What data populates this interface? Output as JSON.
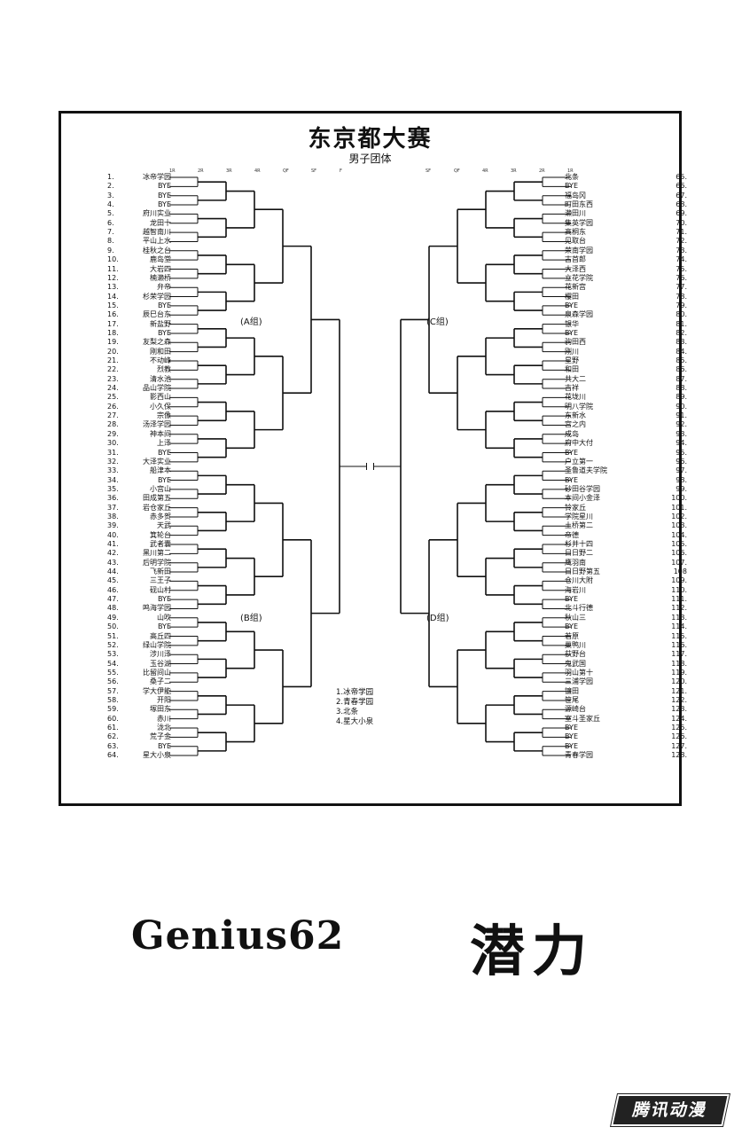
{
  "bracket": {
    "title": "东京都大赛",
    "subtitle": "男子团体",
    "rounds_left": [
      "1R",
      "2R",
      "3R",
      "4R",
      "QF",
      "SF",
      "F"
    ],
    "rounds_right": [
      "SF",
      "QF",
      "4R",
      "3R",
      "2R",
      "1R"
    ],
    "groups": [
      "(A组)",
      "(B组)",
      "(C组)",
      "(D组)"
    ],
    "left_entries": [
      {
        "n": "1.",
        "name": "冰帝学园"
      },
      {
        "n": "2.",
        "name": "BYE"
      },
      {
        "n": "3.",
        "name": "BYE"
      },
      {
        "n": "4.",
        "name": "BYE"
      },
      {
        "n": "5.",
        "name": "府川实业"
      },
      {
        "n": "6.",
        "name": "龙田十"
      },
      {
        "n": "7.",
        "name": "越智南川"
      },
      {
        "n": "8.",
        "name": "平山上水"
      },
      {
        "n": "9.",
        "name": "桂秋之台"
      },
      {
        "n": "10.",
        "name": "鹿岛堂"
      },
      {
        "n": "11.",
        "name": "大岩四"
      },
      {
        "n": "12.",
        "name": "楠濑桥"
      },
      {
        "n": "13.",
        "name": "弁帝"
      },
      {
        "n": "14.",
        "name": "杉荣学园"
      },
      {
        "n": "15.",
        "name": "BYE"
      },
      {
        "n": "16.",
        "name": "辰巳台东"
      },
      {
        "n": "17.",
        "name": "新盐野"
      },
      {
        "n": "18.",
        "name": "BYE"
      },
      {
        "n": "19.",
        "name": "友梨之森"
      },
      {
        "n": "20.",
        "name": "刚和田"
      },
      {
        "n": "21.",
        "name": "不动峰"
      },
      {
        "n": "22.",
        "name": "烈教"
      },
      {
        "n": "23.",
        "name": "清水池"
      },
      {
        "n": "24.",
        "name": "品山学院"
      },
      {
        "n": "25.",
        "name": "影西山"
      },
      {
        "n": "26.",
        "name": "小久保"
      },
      {
        "n": "27.",
        "name": "宗像"
      },
      {
        "n": "28.",
        "name": "汤泽学园"
      },
      {
        "n": "29.",
        "name": "神本间"
      },
      {
        "n": "30.",
        "name": "上泽"
      },
      {
        "n": "31.",
        "name": "BYE"
      },
      {
        "n": "32.",
        "name": "大泽实业"
      },
      {
        "n": "33.",
        "name": "船津本"
      },
      {
        "n": "34.",
        "name": "BYE"
      },
      {
        "n": "35.",
        "name": "小宫山"
      },
      {
        "n": "36.",
        "name": "田成第五"
      },
      {
        "n": "37.",
        "name": "岩仓家丘"
      },
      {
        "n": "38.",
        "name": "赤多贺"
      },
      {
        "n": "39.",
        "name": "天武"
      },
      {
        "n": "40.",
        "name": "箕轮台"
      },
      {
        "n": "41.",
        "name": "武者囊"
      },
      {
        "n": "42.",
        "name": "黑川第二"
      },
      {
        "n": "43.",
        "name": "后明学院"
      },
      {
        "n": "44.",
        "name": "飞新田"
      },
      {
        "n": "45.",
        "name": "三王子"
      },
      {
        "n": "46.",
        "name": "砚山村"
      },
      {
        "n": "47.",
        "name": "BYE"
      },
      {
        "n": "48.",
        "name": "鸣海学园"
      },
      {
        "n": "49.",
        "name": "山吹"
      },
      {
        "n": "50.",
        "name": "BYE"
      },
      {
        "n": "51.",
        "name": "高丘四"
      },
      {
        "n": "52.",
        "name": "绿山学院"
      },
      {
        "n": "53.",
        "name": "涉川泽"
      },
      {
        "n": "54.",
        "name": "玉谷湖"
      },
      {
        "n": "55.",
        "name": "比留间山"
      },
      {
        "n": "56.",
        "name": "桑子二"
      },
      {
        "n": "57.",
        "name": "学大伊能"
      },
      {
        "n": "58.",
        "name": "开阳"
      },
      {
        "n": "59.",
        "name": "塚田东"
      },
      {
        "n": "60.",
        "name": "赤川"
      },
      {
        "n": "61.",
        "name": "泷北"
      },
      {
        "n": "62.",
        "name": "荒子金"
      },
      {
        "n": "63.",
        "name": "BYE"
      },
      {
        "n": "64.",
        "name": "星大小泉"
      }
    ],
    "right_entries": [
      {
        "n": "65.",
        "name": "北条"
      },
      {
        "n": "66.",
        "name": "BYE"
      },
      {
        "n": "67.",
        "name": "福岛冈"
      },
      {
        "n": "68.",
        "name": "町田东西"
      },
      {
        "n": "69.",
        "name": "濑田川"
      },
      {
        "n": "70.",
        "name": "集英学园"
      },
      {
        "n": "71.",
        "name": "高桐东"
      },
      {
        "n": "72.",
        "name": "见取台"
      },
      {
        "n": "73.",
        "name": "荣南学园"
      },
      {
        "n": "74.",
        "name": "古首郎"
      },
      {
        "n": "75.",
        "name": "大泽西"
      },
      {
        "n": "76.",
        "name": "立花学院"
      },
      {
        "n": "77.",
        "name": "花新宫"
      },
      {
        "n": "78.",
        "name": "樱田"
      },
      {
        "n": "79.",
        "name": "BYE"
      },
      {
        "n": "80.",
        "name": "泉森学园"
      },
      {
        "n": "81.",
        "name": "银华"
      },
      {
        "n": "82.",
        "name": "BYE"
      },
      {
        "n": "83.",
        "name": "驹田西"
      },
      {
        "n": "84.",
        "name": "刚川"
      },
      {
        "n": "85.",
        "name": "星野"
      },
      {
        "n": "86.",
        "name": "和田"
      },
      {
        "n": "87.",
        "name": "共大二"
      },
      {
        "n": "88.",
        "name": "吉祥"
      },
      {
        "n": "89.",
        "name": "花垅川"
      },
      {
        "n": "90.",
        "name": "明八学院"
      },
      {
        "n": "91.",
        "name": "东新水"
      },
      {
        "n": "92.",
        "name": "宫之内"
      },
      {
        "n": "93.",
        "name": "成岛"
      },
      {
        "n": "94.",
        "name": "府中大付"
      },
      {
        "n": "95.",
        "name": "BYE"
      },
      {
        "n": "96.",
        "name": "户立第一"
      },
      {
        "n": "97.",
        "name": "圣鲁道夫学院"
      },
      {
        "n": "98.",
        "name": "BYE"
      },
      {
        "n": "99.",
        "name": "砂田谷学园"
      },
      {
        "n": "100.",
        "name": "本间小金泽"
      },
      {
        "n": "101.",
        "name": "铃家丘"
      },
      {
        "n": "102.",
        "name": "学院星川"
      },
      {
        "n": "103.",
        "name": "土桥第二"
      },
      {
        "n": "104.",
        "name": "帝德"
      },
      {
        "n": "105.",
        "name": "杉并十四"
      },
      {
        "n": "106.",
        "name": "日日野二"
      },
      {
        "n": "107.",
        "name": "鹰羽南"
      },
      {
        "n": "108",
        "name": "日日野第五"
      },
      {
        "n": "109.",
        "name": "仓川大附"
      },
      {
        "n": "110.",
        "name": "海岩川"
      },
      {
        "n": "111.",
        "name": "BYE"
      },
      {
        "n": "112.",
        "name": "北斗行德"
      },
      {
        "n": "113.",
        "name": "秋山三"
      },
      {
        "n": "114.",
        "name": "BYE"
      },
      {
        "n": "115.",
        "name": "若原"
      },
      {
        "n": "116.",
        "name": "巢鸭川"
      },
      {
        "n": "117.",
        "name": "荻野台"
      },
      {
        "n": "118.",
        "name": "鬼武国"
      },
      {
        "n": "119.",
        "name": "羽山第十"
      },
      {
        "n": "120.",
        "name": "三浦学园"
      },
      {
        "n": "121.",
        "name": "镰田"
      },
      {
        "n": "122.",
        "name": "笹尾"
      },
      {
        "n": "123.",
        "name": "源崎台"
      },
      {
        "n": "124.",
        "name": "室斗圣家丘"
      },
      {
        "n": "125.",
        "name": "BYE"
      },
      {
        "n": "126.",
        "name": "BYE"
      },
      {
        "n": "127.",
        "name": "BYE"
      },
      {
        "n": "128.",
        "name": "青春学园"
      }
    ],
    "results": [
      "1.冰帝学园",
      "2.青春学园",
      "3.北条",
      "4.星大小泉"
    ]
  },
  "chapter": {
    "number": "Genius62",
    "title": "潜力"
  },
  "watermark": "腾讯动漫"
}
